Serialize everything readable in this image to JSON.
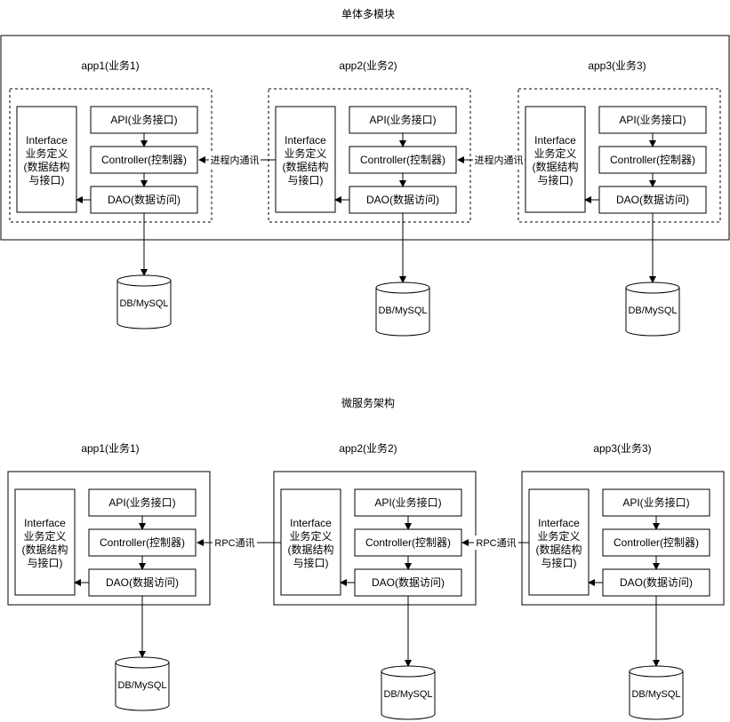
{
  "monolith": {
    "title": "单体多模块",
    "apps": [
      {
        "name": "app1(业务1)"
      },
      {
        "name": "app2(业务2)"
      },
      {
        "name": "app3(业务3)"
      }
    ],
    "link_label": "进程内通讯"
  },
  "microservices": {
    "title": "微服务架构",
    "apps": [
      {
        "name": "app1(业务1)"
      },
      {
        "name": "app2(业务2)"
      },
      {
        "name": "app3(业务3)"
      }
    ],
    "link_label": "RPC通讯"
  },
  "module": {
    "interface_lines": [
      "Interface",
      "业务定义",
      "(数据结构",
      "与接口)"
    ],
    "api": "API(业务接口)",
    "controller": "Controller(控制器)",
    "dao": "DAO(数据访问)",
    "db": "DB/MySQL"
  }
}
